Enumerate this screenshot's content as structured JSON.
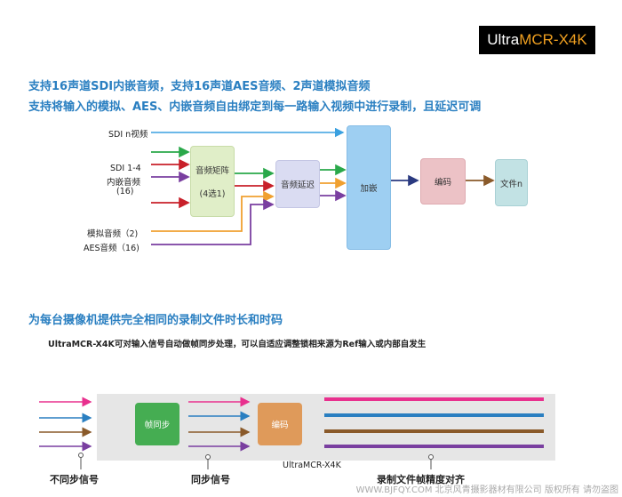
{
  "logo": {
    "prefix": "Ultra",
    "accent": "MCR-X4K"
  },
  "section1": {
    "line1": "支持16声道SDI内嵌音频，支持16声道AES音频、2声道模拟音频",
    "line2": "支持将输入的模拟、AES、内嵌音频自由绑定到每一路输入视频中进行录制，且延迟可调"
  },
  "diagram1": {
    "sdi_video": "SDI n视频",
    "sdi_audio_1": "SDI 1-4",
    "sdi_audio_2": "内嵌音频",
    "sdi_audio_3": "(16)",
    "analog": "模拟音频（2)",
    "aes": "AES音频（16)",
    "matrix_1": "音频矩阵",
    "matrix_2": "(4选1)",
    "delay": "音频延迟",
    "embed": "加嵌",
    "encode": "编码",
    "file": "文件n"
  },
  "section2": {
    "title": "为每台摄像机提供完全相同的录制文件时长和时码",
    "subtitle": "UltraMCR-X4K可对输入信号自动做帧同步处理，可以自适应调整锁相来源为Ref输入或内部自发生"
  },
  "diagram2": {
    "framesync": "帧同步",
    "encode": "编码",
    "device": "UltraMCR-X4K",
    "label_async": "不同步信号",
    "label_sync": "同步信号",
    "label_aligned": "录制文件帧精度对齐"
  },
  "colors": {
    "pink": "#e8308e",
    "blue": "#2a7fc1",
    "brown": "#8a5a2a",
    "purple": "#7a3fa0",
    "green": "#2aa84a",
    "red": "#c8202a",
    "orange": "#f0a030",
    "cyan": "#3aa0e0"
  },
  "watermark": "WWW.BJFQY.COM 北京风青摄影器材有限公司 版权所有 请勿盗图"
}
